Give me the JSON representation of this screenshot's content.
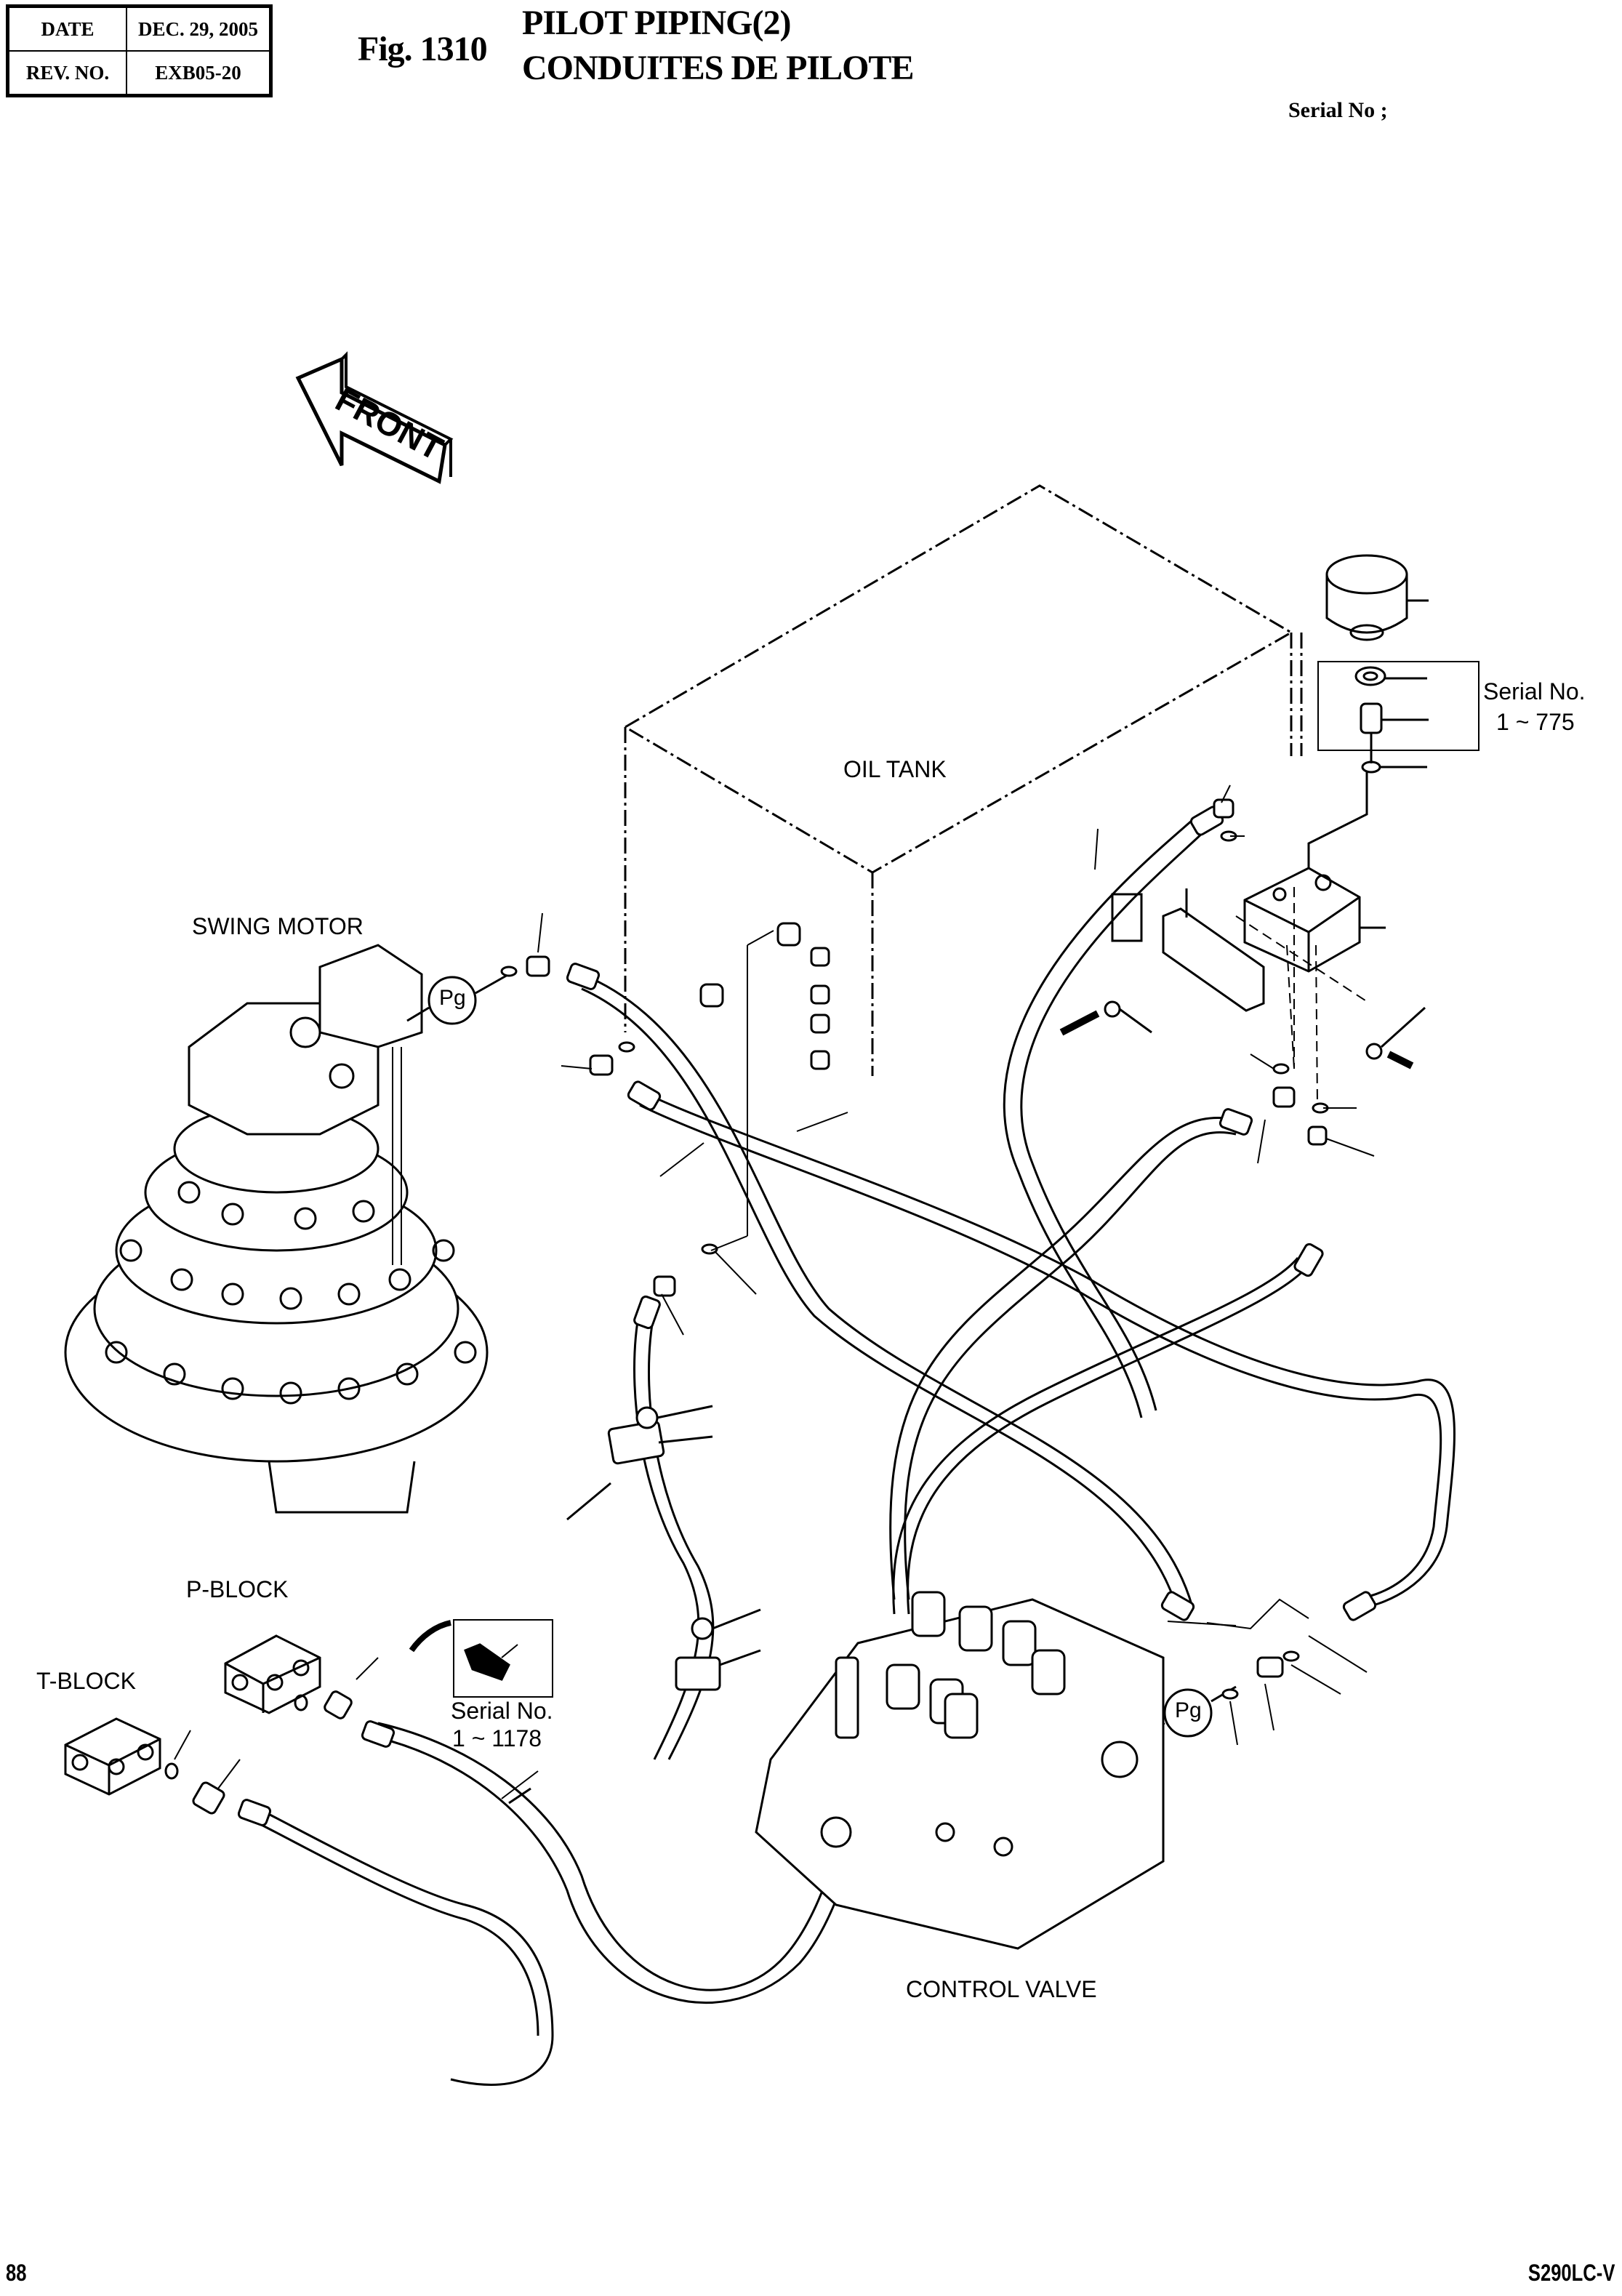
{
  "header": {
    "date_label": "DATE",
    "date_value": "DEC. 29, 2005",
    "rev_label": "REV. NO.",
    "rev_value": "EXB05-20",
    "fig_number": "Fig. 1310",
    "title_en": "PILOT PIPING(2)",
    "title_fr": "CONDUITES DE PILOTE",
    "serial_label": "Serial No ;"
  },
  "diagram": {
    "front_arrow_label": "FRONT",
    "labels": {
      "oil_tank": "OIL TANK",
      "swing_motor": "SWING MOTOR",
      "p_block": "P-BLOCK",
      "t_block": "T-BLOCK",
      "control_valve": "CONTROL VALVE",
      "pg_swing": "Pg",
      "pg_valve": "Pg"
    },
    "serial_notes": [
      {
        "line1": "Serial No.",
        "line2": "1 ~ 775"
      },
      {
        "line1": "Serial No.",
        "line2": "1 ~ 1178"
      }
    ]
  },
  "footer": {
    "page_number": "88",
    "model": "S290LC-V"
  }
}
